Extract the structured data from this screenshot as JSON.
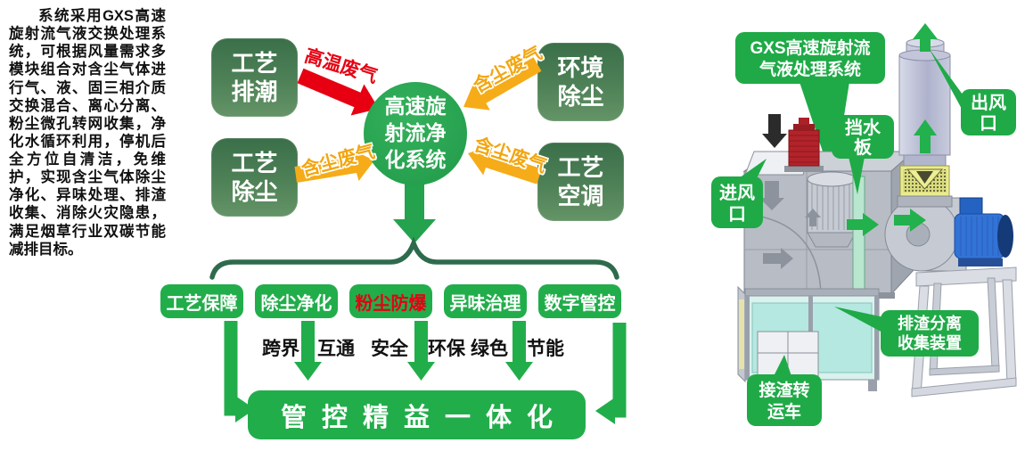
{
  "colors": {
    "bright_green": "#22ad4b",
    "dark_green": "#2e6b4d",
    "gradient_green_top": "#3a6f49",
    "gradient_green_bottom": "#649467",
    "circle_green": "#24a24e",
    "arrow_red": "#e60012",
    "arrow_yellow": "#f5ac18",
    "text_black": "#111111",
    "label_bubble_green": "#1faa47"
  },
  "description": "系统采用GXS高速旋射流气液交换处理系统，可根据风量需求多模块组合对含尘气体进行气、液、固三相介质交换混合、离心分离、粉尘微孔转网收集，净化水循环利用，停机后全方位自清洁，免维护，实现含尘气体除尘净化、异味处理、排渣收集、消除火灾隐患，满足烟草行业双碳节能减排目标。",
  "flow": {
    "source_boxes": [
      {
        "line1": "工艺",
        "line2": "排潮"
      },
      {
        "line1": "工艺",
        "line2": "除尘"
      },
      {
        "line1": "环境",
        "line2": "除尘"
      },
      {
        "line1": "工艺",
        "line2": "空调"
      }
    ],
    "arrow_labels": {
      "top_left": "高温废气",
      "bottom_left": "含尘废气",
      "top_right": "含尘废气",
      "bottom_right": "含尘废气"
    },
    "center_circle": {
      "line1": "高速旋",
      "line2": "射流净",
      "line3": "化系统"
    },
    "modules": [
      "工艺保障",
      "除尘净化",
      "粉尘防爆",
      "异味治理",
      "数字管控"
    ],
    "keywords": [
      "跨界",
      "互通",
      "安全",
      "环保",
      "绿色",
      "节能"
    ],
    "bottom_banner": "管控精益一体化"
  },
  "machine": {
    "labels": {
      "system": {
        "line1": "GXS高速旋射流",
        "line2": "气液处理系统"
      },
      "water_baffle": {
        "line1": "挡水",
        "line2": "板"
      },
      "air_outlet": {
        "line1": "出风",
        "line2": "口"
      },
      "air_inlet": {
        "line1": "进风",
        "line2": "口"
      },
      "slag_separator": {
        "line1": "排渣分离",
        "line2": "收集装置"
      },
      "slag_cart": {
        "line1": "接渣转",
        "line2": "运车"
      }
    }
  }
}
